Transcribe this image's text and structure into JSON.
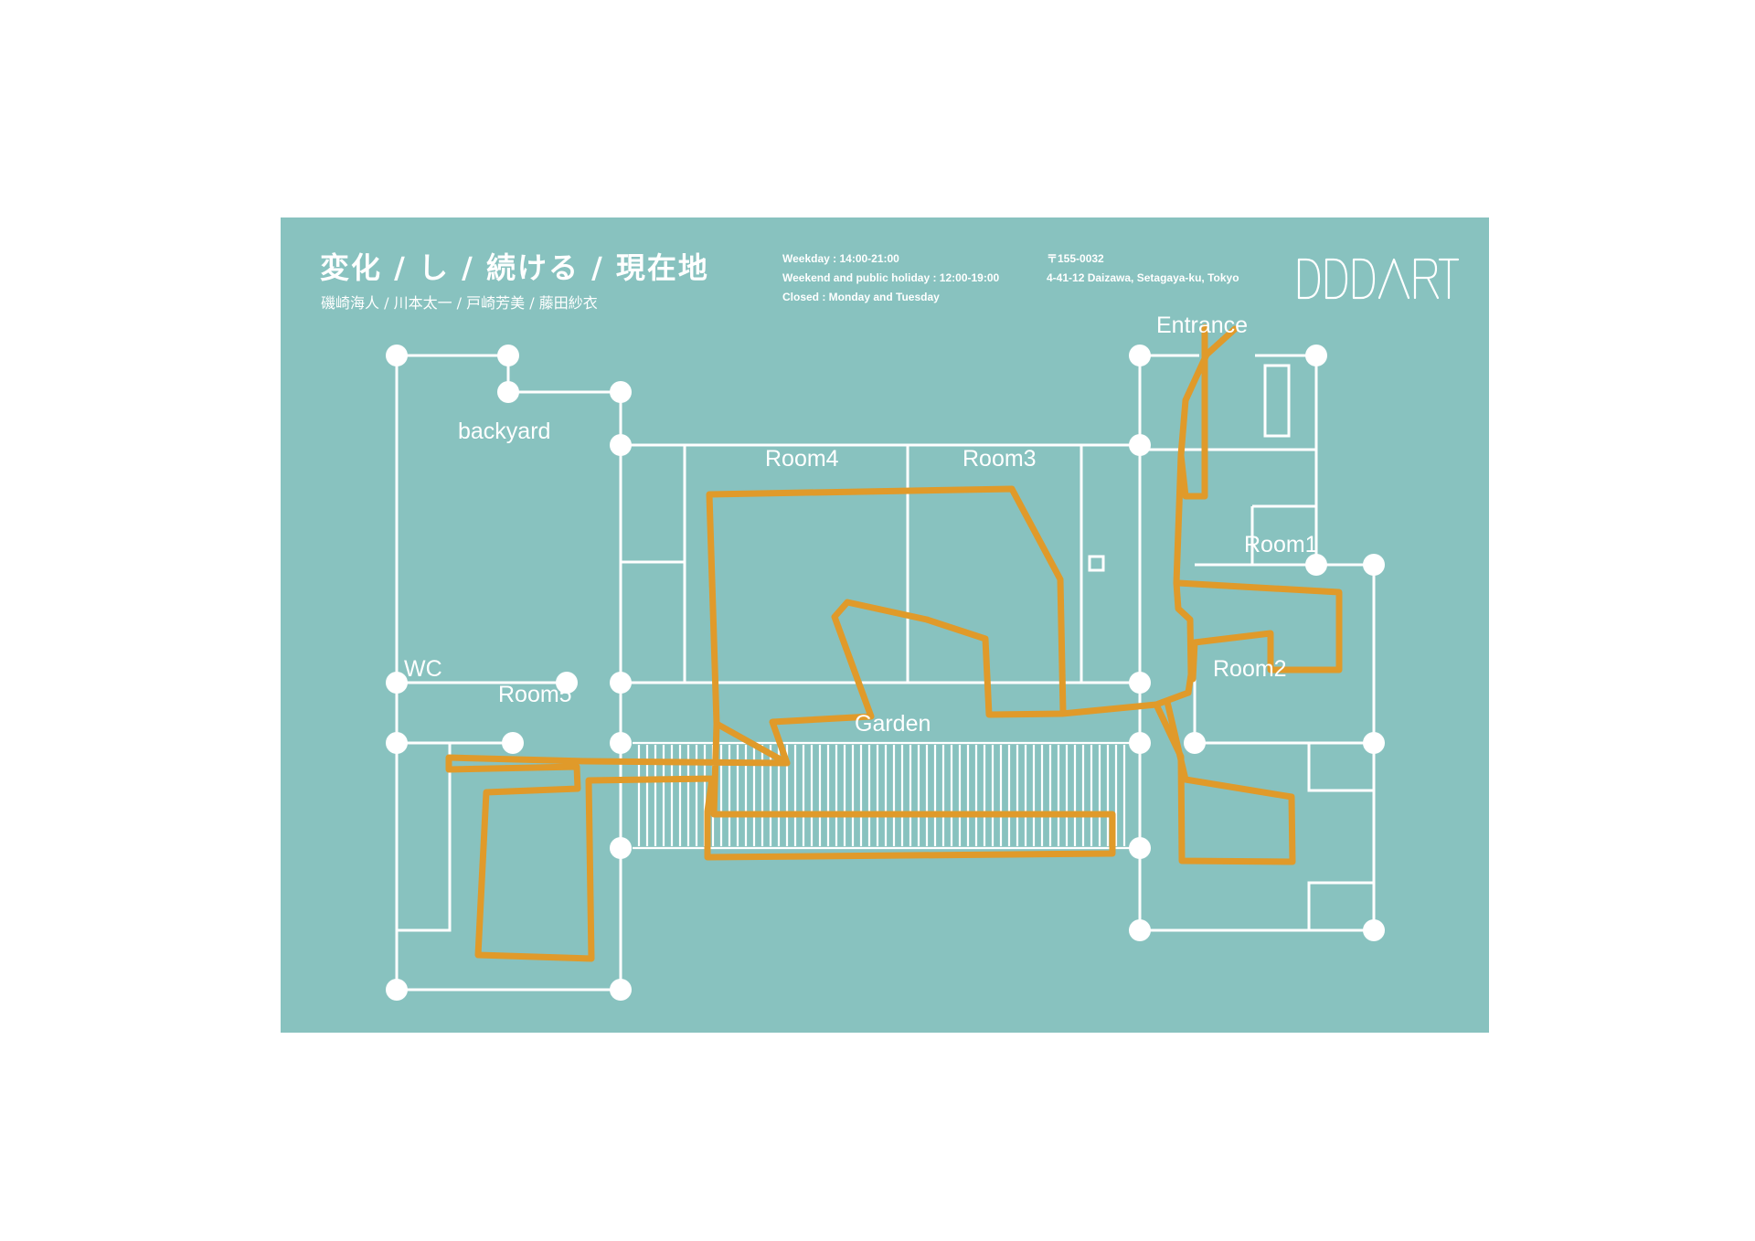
{
  "header": {
    "title": "変化 / し / 続ける / 現在地",
    "artists": "磯崎海人 / 川本太一 / 戸崎芳美 / 藤田紗衣"
  },
  "hours": {
    "weekday": "Weekday : 14:00-21:00",
    "weekend": "Weekend and public holiday : 12:00-19:00",
    "closed": "Closed : Monday and Tuesday"
  },
  "address": {
    "postal": "〒155-0032",
    "street": "4-41-12 Daizawa, Setagaya-ku, Tokyo"
  },
  "logo": {
    "text": "DDDART"
  },
  "rooms": {
    "entrance": "Entrance",
    "backyard": "backyard",
    "room4": "Room4",
    "room3": "Room3",
    "room1": "Room1",
    "wc": "WC",
    "room5": "Room5",
    "room2": "Room2",
    "garden": "Garden"
  },
  "colors": {
    "card_background": "#88c2bf",
    "walls": "#ffffff",
    "route": "#e09a2a"
  }
}
